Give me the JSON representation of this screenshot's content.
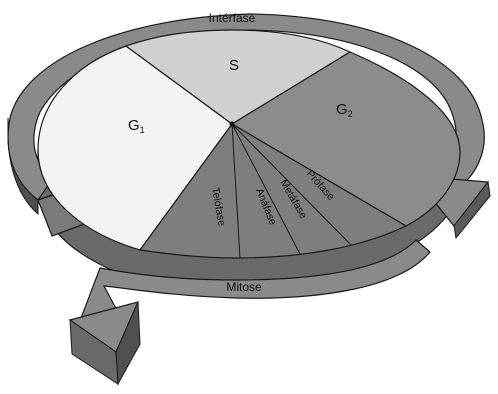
{
  "diagram": {
    "labels": {
      "interphase": "Intérfase",
      "mitosis": "Mitose",
      "g1": "G",
      "g1_sub": "1",
      "s": "S",
      "g2": "G",
      "g2_sub": "2",
      "prophase": "Prófase",
      "metaphase": "Metáfase",
      "anaphase": "Anáfase",
      "telophase": "Telófase"
    },
    "colors": {
      "g1": "#f3f3f3",
      "s": "#d0d0d0",
      "g2": "#8c8c8c",
      "mitosis_sector": "#7e7e7e",
      "ring_top": "#8a8a8a",
      "ring_side": "#5c5c5c",
      "disk_side": "#6a6a6a",
      "outline": "#1a1a1a"
    }
  }
}
